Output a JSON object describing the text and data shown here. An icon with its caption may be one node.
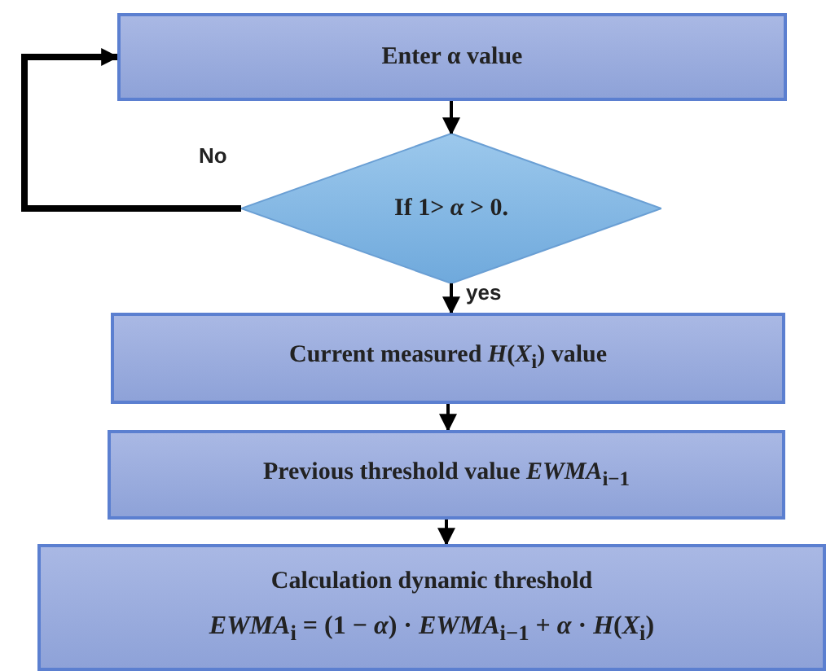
{
  "diagram": {
    "nodes": [
      {
        "text": [
          "Enter α value"
        ]
      },
      {
        "text": [
          "If 1> *α* > 0."
        ]
      },
      {
        "text": [
          "Current measured *H*(*X*$_{i}$) value"
        ]
      },
      {
        "text": [
          "Previous threshold value *EWMA*$_{i−1}$"
        ]
      },
      {
        "text": [
          "Calculation dynamic threshold",
          "*EWMA*$_{i}$ = (1 − *α*) · *EWMA*$_{i−1}$ + *α* · *H*(*X*$_{i}$)"
        ]
      }
    ],
    "edges": [
      {
        "from": 0,
        "to": 1,
        "arrow": "to"
      },
      {
        "from": 1,
        "to": 0,
        "label": "No",
        "arrow": "to",
        "style": "thick"
      },
      {
        "from": 1,
        "to": 2,
        "label": "yes",
        "arrow": "to"
      },
      {
        "from": 2,
        "to": 3,
        "arrow": "to"
      },
      {
        "from": 3,
        "to": 4,
        "arrow": "to"
      }
    ]
  }
}
